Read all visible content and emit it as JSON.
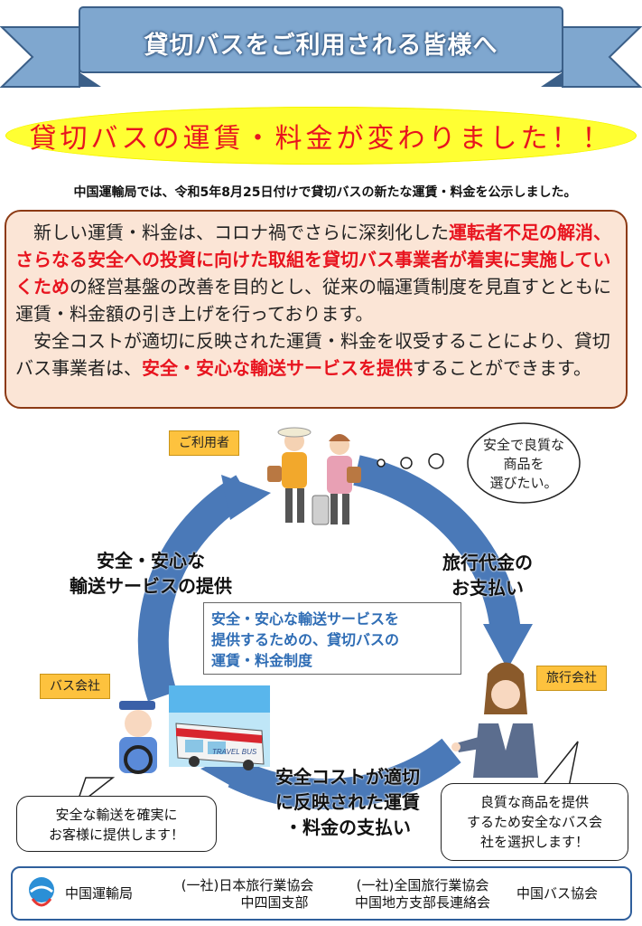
{
  "banner": {
    "title": "貸切バスをご利用される皆様へ"
  },
  "headline": "貸切バスの運賃・料金が変わりました！！",
  "announcement": "中国運輸局では、令和5年8月25日付けで貸切バスの新たな運賃・料金を公示しました。",
  "info": {
    "p1_a": "新しい運賃・料金は、コロナ禍でさらに深刻化した",
    "p1_b": "運転者不足の解消、さらなる安全への投資に向けた取組を貸切バス事業者が着実に実施していくため",
    "p1_c": "の経営基盤の改善を目的とし、従来の幅運賃制度を見直すとともに運賃・料金額の引き上げを行っております。",
    "p2_a": "安全コストが適切に反映された運賃・料金を収受することにより、貸切バス事業者は、",
    "p2_b": "安全・安心な輸送サービスを提供",
    "p2_c": "することができます。"
  },
  "roles": {
    "user": "ご利用者",
    "travel_agency": "旅行会社",
    "bus_company": "バス会社"
  },
  "flows": {
    "left_line1": "安全・安心な",
    "left_line2": "輸送サービスの提供",
    "right_line1": "旅行代金の",
    "right_line2": "お支払い",
    "bottom_line1": "安全コストが適切",
    "bottom_line2": "に反映された運賃",
    "bottom_line3": "・料金の支払い"
  },
  "center_box": {
    "line1": "安全・安心な輸送サービスを",
    "line2": "提供するための、貸切バスの",
    "line3": "運賃・料金制度"
  },
  "bubbles": {
    "user_line1": "安全で良質な",
    "user_line2": "商品を",
    "user_line3": "選びたい。",
    "bus_line1": "安全な輸送を確実に",
    "bus_line2": "お客様に提供します！",
    "agency_line1": "良質な商品を提供",
    "agency_line2": "するため安全なバス会",
    "agency_line3": "社を選択します！"
  },
  "bus_side_text": "TRAVEL BUS",
  "footer": {
    "org1": "中国運輸局",
    "org2_line1": "(一社)日本旅行業協会",
    "org2_line2": "中四国支部",
    "org3_line1": "(一社)全国旅行業協会",
    "org3_line2": "中国地方支部長連絡会",
    "org4": "中国バス協会"
  },
  "colors": {
    "ribbon": "#7fa7cf",
    "ribbon_dark": "#3b5f88",
    "headline_bg": "#ffff33",
    "alert_red": "#e8141f",
    "info_bg": "#fbe5d6",
    "arrow_blue": "#4a79b8",
    "tag_orange": "#fdc23e"
  }
}
